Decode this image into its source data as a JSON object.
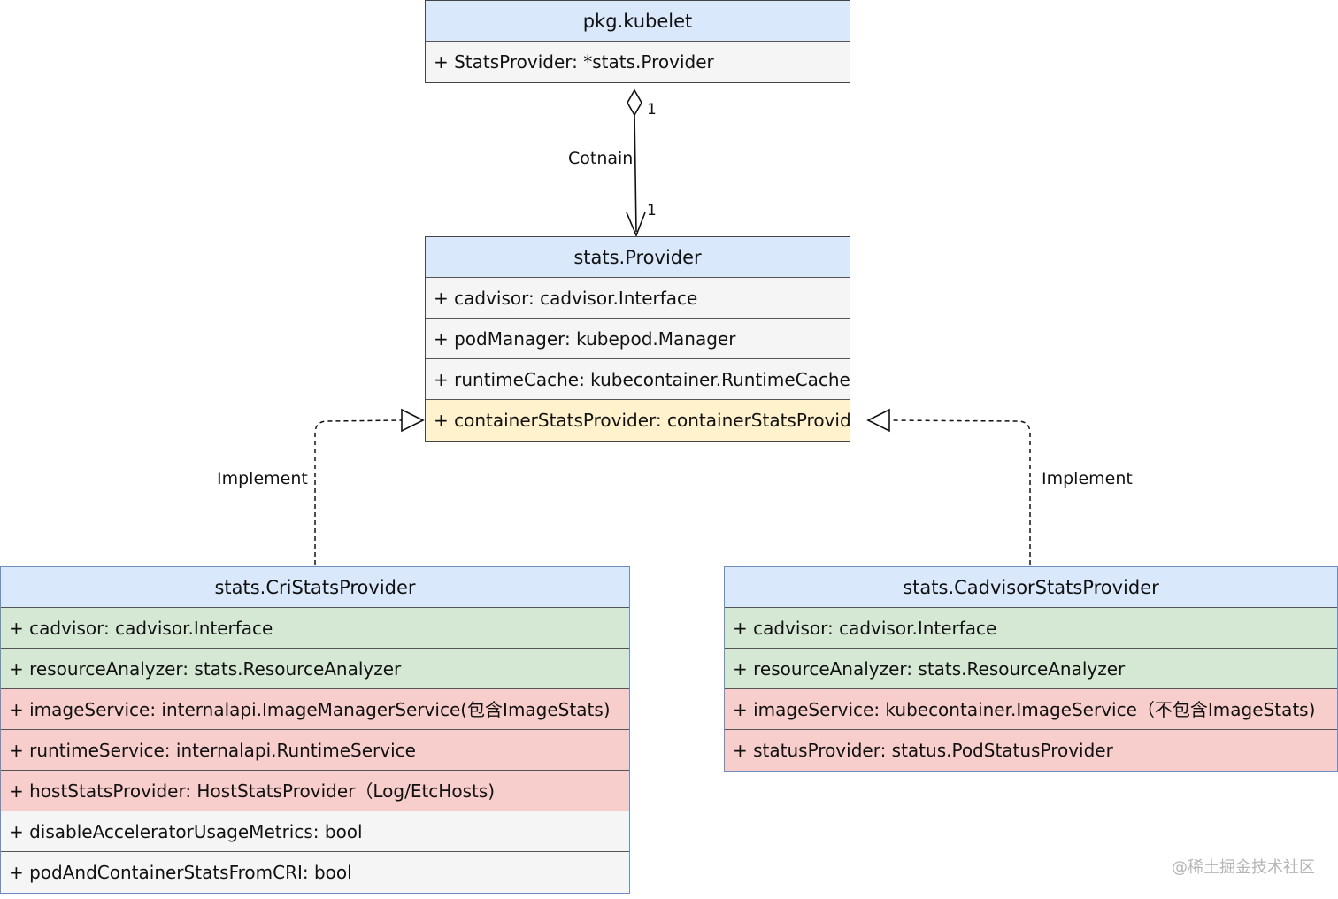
{
  "classes": {
    "kubelet": {
      "title": "pkg.kubelet",
      "fields": [
        "+ StatsProvider: *stats.Provider"
      ]
    },
    "provider": {
      "title": "stats.Provider",
      "fields": [
        "+ cadvisor: cadvisor.Interface",
        "+ podManager: kubepod.Manager",
        "+ runtimeCache: kubecontainer.RuntimeCache",
        "+ containerStatsProvider: containerStatsProvider"
      ]
    },
    "cri": {
      "title": "stats.CriStatsProvider",
      "fields": [
        "+ cadvisor: cadvisor.Interface",
        "+ resourceAnalyzer: stats.ResourceAnalyzer",
        "+ imageService: internalapi.ImageManagerService(包含ImageStats)",
        "+ runtimeService: internalapi.RuntimeService",
        "+ hostStatsProvider: HostStatsProvider（Log/EtcHosts)",
        "+ disableAcceleratorUsageMetrics: bool",
        "+ podAndContainerStatsFromCRI: bool"
      ]
    },
    "cadvisor": {
      "title": "stats.CadvisorStatsProvider",
      "fields": [
        "+ cadvisor: cadvisor.Interface",
        "+ resourceAnalyzer: stats.ResourceAnalyzer",
        "+ imageService: kubecontainer.ImageService（不包含ImageStats)",
        "+ statusProvider: status.PodStatusProvider"
      ]
    }
  },
  "relations": {
    "contain_label": "Cotnain",
    "contain_mult_source": "1",
    "contain_mult_target": "1",
    "implement_left_label": "Implement",
    "implement_right_label": "Implement"
  },
  "watermark": "@稀土掘金技术社区",
  "colors": {
    "header": "#dae8fc",
    "neutral": "#f5f5f5",
    "highlight": "#fff2cc",
    "shared": "#d5e8d4",
    "distinct": "#f8cecc"
  }
}
